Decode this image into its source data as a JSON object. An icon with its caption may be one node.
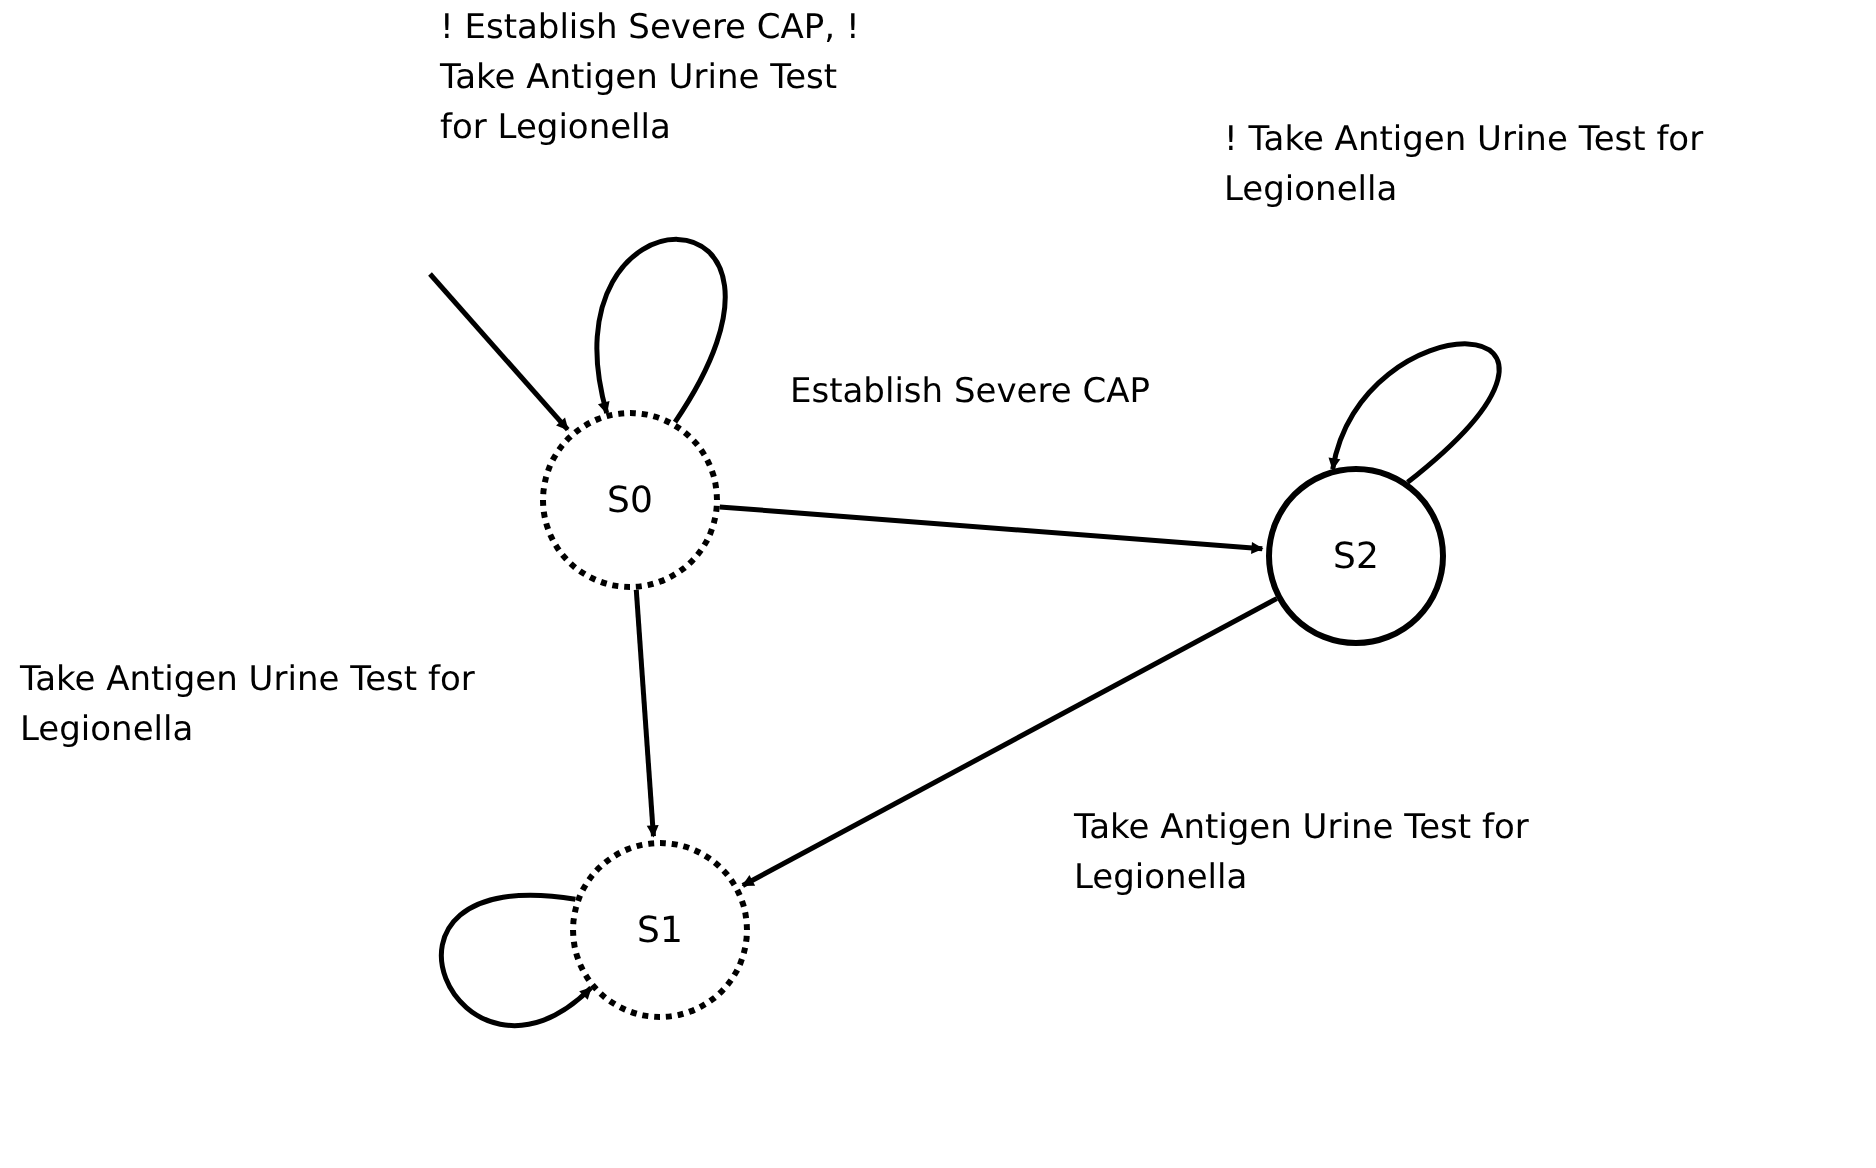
{
  "diagram": {
    "nodes": [
      {
        "text": [
          "S0"
        ]
      },
      {
        "text": [
          "S2"
        ]
      },
      {
        "text": [
          "S1"
        ]
      }
    ],
    "edges": [
      {
        "from": null,
        "to": 0,
        "arrow": "to"
      },
      {
        "from": 0,
        "to": 0,
        "arrow": "to",
        "label": "! Establish Severe CAP, ! Take Antigen Urine Test for Legionella"
      },
      {
        "from": 0,
        "to": 1,
        "arrow": "to",
        "label": "Establish Severe CAP"
      },
      {
        "from": 1,
        "to": 1,
        "arrow": "to",
        "label": "! Take Antigen Urine Test for Legionella"
      },
      {
        "from": 0,
        "to": 2,
        "arrow": "to",
        "label": "Take Antigen Urine Test for Legionella"
      },
      {
        "from": 1,
        "to": 2,
        "arrow": "to",
        "label": "Take Antigen Urine Test for Legionella"
      },
      {
        "from": 2,
        "to": 2,
        "arrow": "to"
      }
    ]
  }
}
